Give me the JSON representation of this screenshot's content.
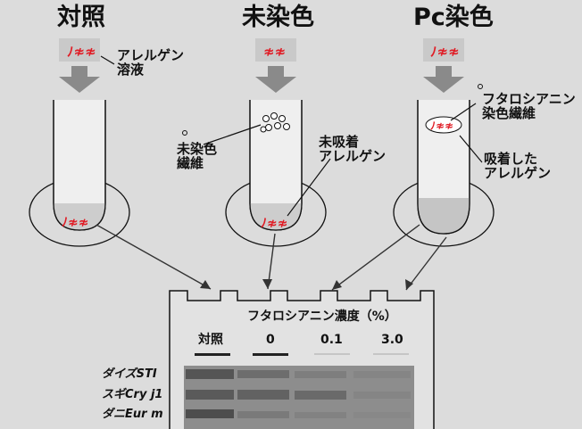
{
  "titles": {
    "control": "対照",
    "undyed": "未染色",
    "pc_dyed": "Pc染色"
  },
  "labels": {
    "allergen_solution": "アレルゲン\n溶液",
    "undyed_fiber": "未染色\n繊維",
    "unadsorbed_allergen": "未吸着\nアレルゲン",
    "phthalocyanine_fiber": "フタロシアニン\n染色繊維",
    "adsorbed_allergen": "吸着した\nアレルゲン"
  },
  "blot": {
    "header": "フタロシアニン濃度（%）",
    "columns": [
      "対照",
      "0",
      "0.1",
      "3.0"
    ],
    "rows": [
      "ダイズSTI",
      "スギCry j1",
      "ダニEur m"
    ]
  },
  "colors": {
    "allergen": "#e01b24",
    "arrow": "#8a8a8a",
    "background": "#dcdcdc"
  }
}
